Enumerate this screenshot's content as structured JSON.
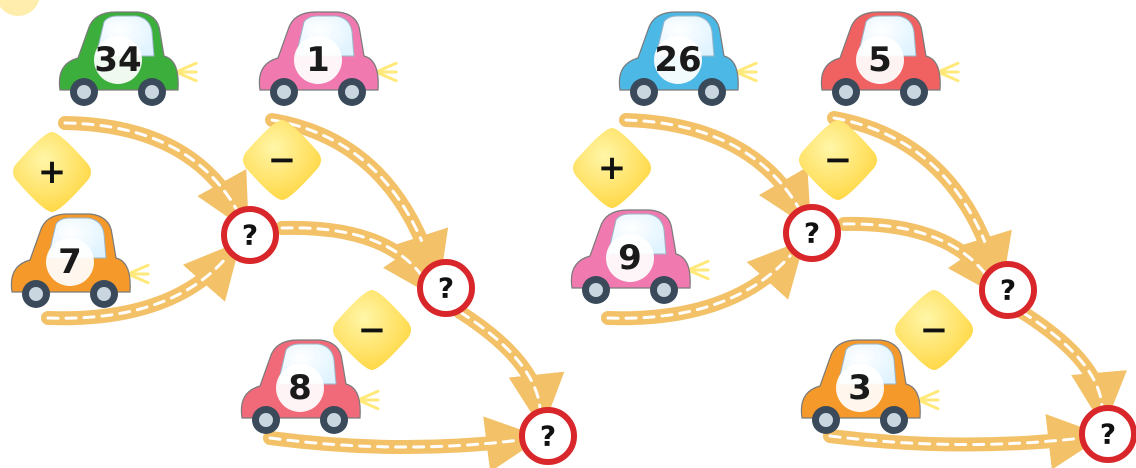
{
  "puzzles": [
    {
      "cars": [
        {
          "value": "34",
          "color": "#3cae3c"
        },
        {
          "value": "1",
          "color": "#f07ab0"
        },
        {
          "value": "7",
          "color": "#f59a2a"
        },
        {
          "value": "8",
          "color": "#f06a7a"
        }
      ],
      "operators": [
        "+",
        "−",
        "−"
      ],
      "unknowns": [
        "?",
        "?",
        "?"
      ]
    },
    {
      "cars": [
        {
          "value": "26",
          "color": "#4cb8e6"
        },
        {
          "value": "5",
          "color": "#f06262"
        },
        {
          "value": "9",
          "color": "#f07ab0"
        },
        {
          "value": "3",
          "color": "#f59a2a"
        }
      ],
      "operators": [
        "+",
        "−",
        "−"
      ],
      "unknowns": [
        "?",
        "?",
        "?"
      ]
    }
  ],
  "colors": {
    "road": "#f3c168",
    "road_dash": "#ffffff",
    "diamond": "#ffe24d",
    "circle_ring": "#d8262b"
  }
}
